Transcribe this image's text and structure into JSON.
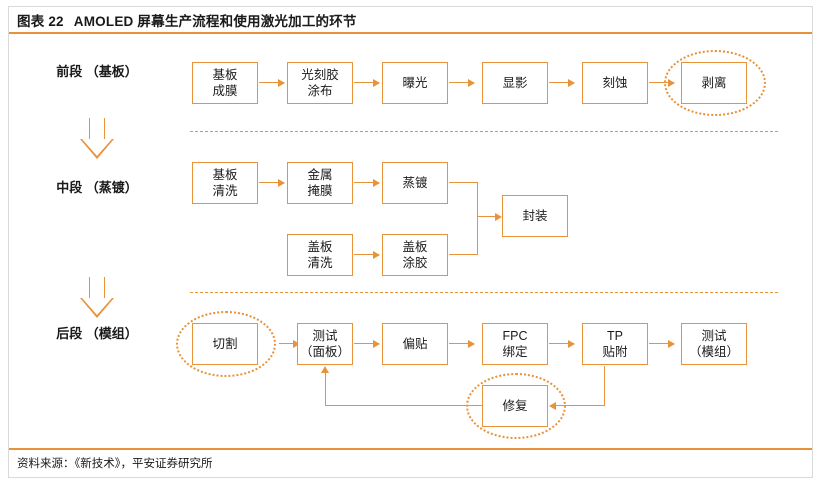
{
  "header": {
    "exhibit_no": "图表 22",
    "title": "AMOLED 屏幕生产流程和使用激光加工的环节"
  },
  "footer": {
    "source": "资料来源：《新技术》，平安证券研究所"
  },
  "stages": [
    {
      "name": "front",
      "label": "前段\n（基板）"
    },
    {
      "name": "middle",
      "label": "中段\n（蒸镀）"
    },
    {
      "name": "back",
      "label": "后段\n（模组）"
    }
  ],
  "front_row": [
    {
      "id": "substrate-film",
      "label": "基板\n成膜",
      "highlighted": false
    },
    {
      "id": "photoresist-coating",
      "label": "光刻胶\n涂布",
      "highlighted": false
    },
    {
      "id": "exposure",
      "label": "曝光",
      "highlighted": false
    },
    {
      "id": "develop",
      "label": "显影",
      "highlighted": false
    },
    {
      "id": "etch",
      "label": "刻蚀",
      "highlighted": false
    },
    {
      "id": "strip",
      "label": "剥离",
      "highlighted": true
    }
  ],
  "middle_row_top": [
    {
      "id": "substrate-clean",
      "label": "基板\n清洗"
    },
    {
      "id": "metal-mask",
      "label": "金属\n掩膜"
    },
    {
      "id": "evaporation",
      "label": "蒸镀"
    }
  ],
  "middle_row_bottom": [
    {
      "id": "cover-clean",
      "label": "盖板\n清洗"
    },
    {
      "id": "cover-glue",
      "label": "盖板\n涂胶"
    }
  ],
  "middle_merge": {
    "id": "encapsulation",
    "label": "封装"
  },
  "back_row": [
    {
      "id": "cutting",
      "label": "切割",
      "highlighted": true
    },
    {
      "id": "test-panel",
      "label": "测试\n（面板）",
      "highlighted": false
    },
    {
      "id": "polarizer",
      "label": "偏贴",
      "highlighted": false
    },
    {
      "id": "fpc-bonding",
      "label": "FPC\n绑定",
      "highlighted": false
    },
    {
      "id": "tp-attach",
      "label": "TP\n贴附",
      "highlighted": false
    },
    {
      "id": "test-module",
      "label": "测试\n（模组）",
      "highlighted": false
    }
  ],
  "back_repair": {
    "id": "repair",
    "label": "修复",
    "highlighted": true
  },
  "colors": {
    "accent": "#e8923a",
    "text": "#1a1a1a",
    "border": "#d9d9d9"
  }
}
